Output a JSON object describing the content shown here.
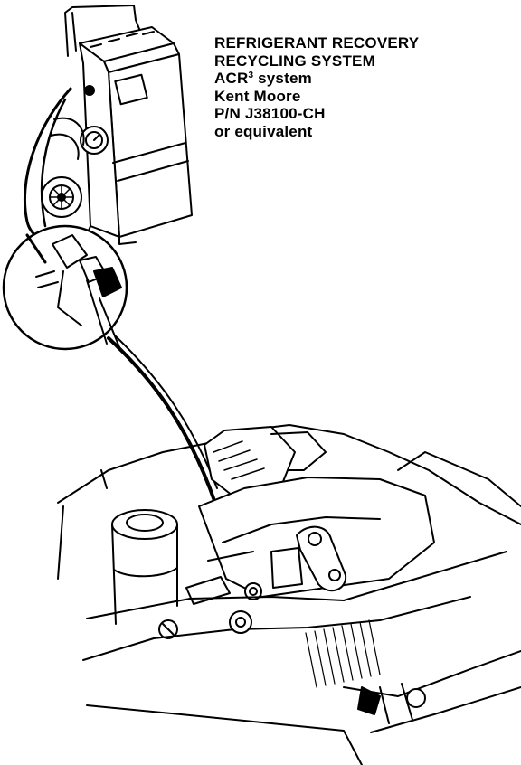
{
  "caption": {
    "line1": "REFRIGERANT RECOVERY",
    "line2": "RECYCLING SYSTEM",
    "line3_prefix": "ACR",
    "line3_sup": "3",
    "line3_suffix": " system",
    "line4": "Kent Moore",
    "line5": "P/N J38100-CH",
    "line6": "or equivalent"
  },
  "colors": {
    "ink": "#000000",
    "paper": "#ffffff"
  }
}
